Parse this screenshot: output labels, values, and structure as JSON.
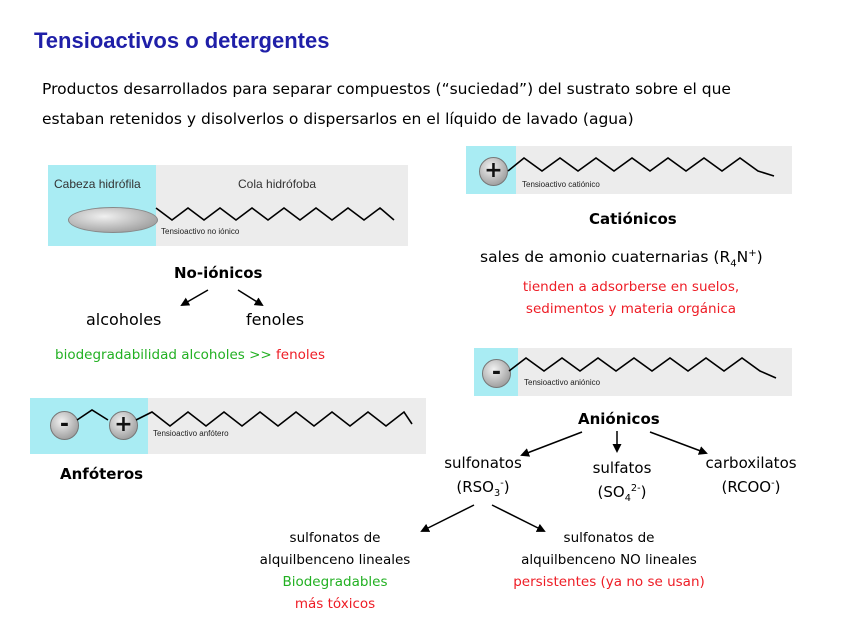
{
  "title": "Tensioactivos o detergentes",
  "intro": {
    "line1": "Productos desarrollados para separar compuestos (“suciedad”) del sustrato sobre el que",
    "line2": "estaban retenidos y disolverlos o dispersarlos en el líquido de lavado (agua)"
  },
  "nonionic": {
    "head_label": "Cabeza hidrófila",
    "tail_label": "Cola hidrófoba",
    "caption": "Tensioactivo no iónico",
    "heading": "No-iónicos",
    "left": "alcoholes",
    "right": "fenoles",
    "biodeg_green": "biodegradabilidad alcoholes >>",
    "biodeg_red": "fenoles"
  },
  "amphoteric": {
    "caption": "Tensioactivo anfótero",
    "heading": "Anfóteros",
    "minus": "-",
    "plus": "+"
  },
  "cationic": {
    "caption": "Tensioactivo catiónico",
    "heading": "Catiónicos",
    "salts_prefix": "sales de amonio cuaternarias (R",
    "salts_sub": "4",
    "salts_mid": "N",
    "salts_sup": "+",
    "salts_suffix": ")",
    "warn_line1": "tienden a adsorberse en suelos,",
    "warn_line2": "sedimentos y materia orgánica",
    "plus": "+"
  },
  "anionic": {
    "caption": "Tensioactivo aniónico",
    "heading": "Aniónicos",
    "minus": "-",
    "sulfonatos": "sulfonatos",
    "sulfonatos_formula_a": "(RSO",
    "sulfonatos_formula_sub": "3",
    "sulfonatos_formula_sup": "-",
    "sulfonatos_formula_b": ")",
    "sulfatos": "sulfatos",
    "sulfatos_formula_a": "(SO",
    "sulfatos_formula_sub": "4",
    "sulfatos_formula_sup": "2-",
    "sulfatos_formula_b": ")",
    "carboxilatos": "carboxilatos",
    "carboxilatos_formula_a": "(RCOO",
    "carboxilatos_formula_sup": "-",
    "carboxilatos_formula_b": ")",
    "linear": {
      "line1": "sulfonatos de",
      "line2": "alquilbenceno lineales",
      "line3": "Biodegradables",
      "line4": "más tóxicos"
    },
    "nonlinear": {
      "line1": "sulfonatos de",
      "line2": "alquilbenceno NO lineales",
      "line3": "persistentes (ya no se usan)"
    }
  },
  "colors": {
    "title": "#1f1fa8",
    "red": "#ee1c25",
    "green": "#22b022",
    "cyan_panel": "#a9ecf3",
    "gray_panel": "#ececec"
  }
}
